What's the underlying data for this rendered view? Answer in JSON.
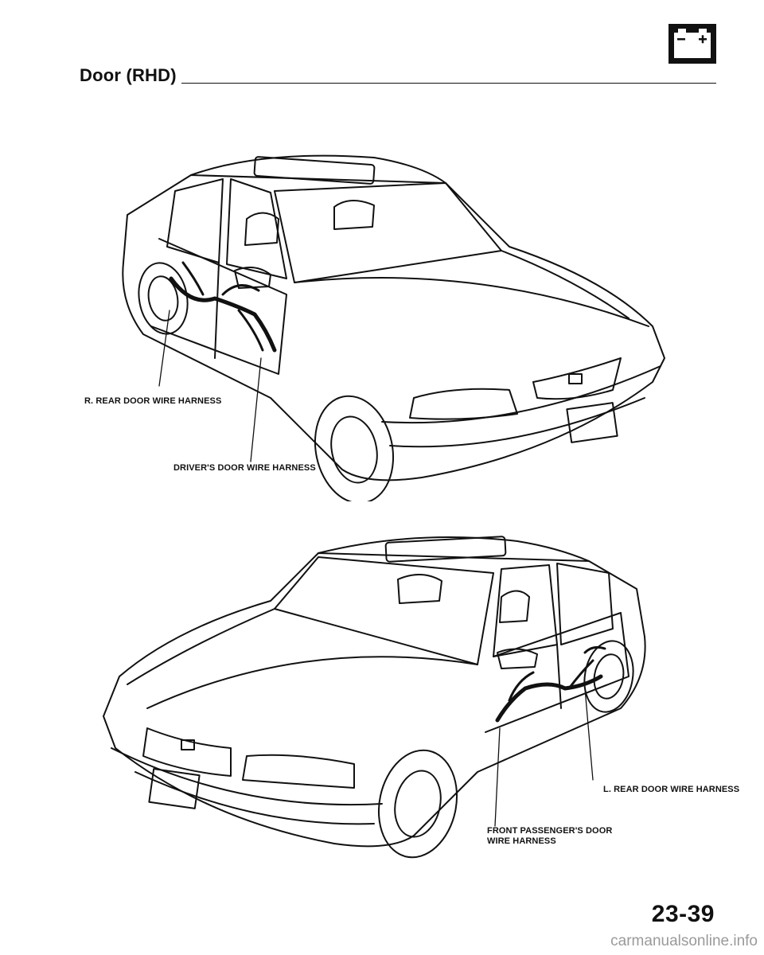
{
  "header": {
    "title": "Door (RHD)"
  },
  "icons": {
    "section_icon": "battery-icon"
  },
  "figures": {
    "top": {
      "callouts": {
        "rear": "R. REAR DOOR WIRE HARNESS",
        "driver": "DRIVER'S DOOR WIRE HARNESS"
      }
    },
    "bottom": {
      "callouts": {
        "rear": "L. REAR DOOR WIRE HARNESS",
        "passenger_line1": "FRONT PASSENGER'S DOOR",
        "passenger_line2": "WIRE HARNESS"
      }
    }
  },
  "footer": {
    "page_number": "23-39",
    "watermark": "carmanualsonline.info"
  }
}
